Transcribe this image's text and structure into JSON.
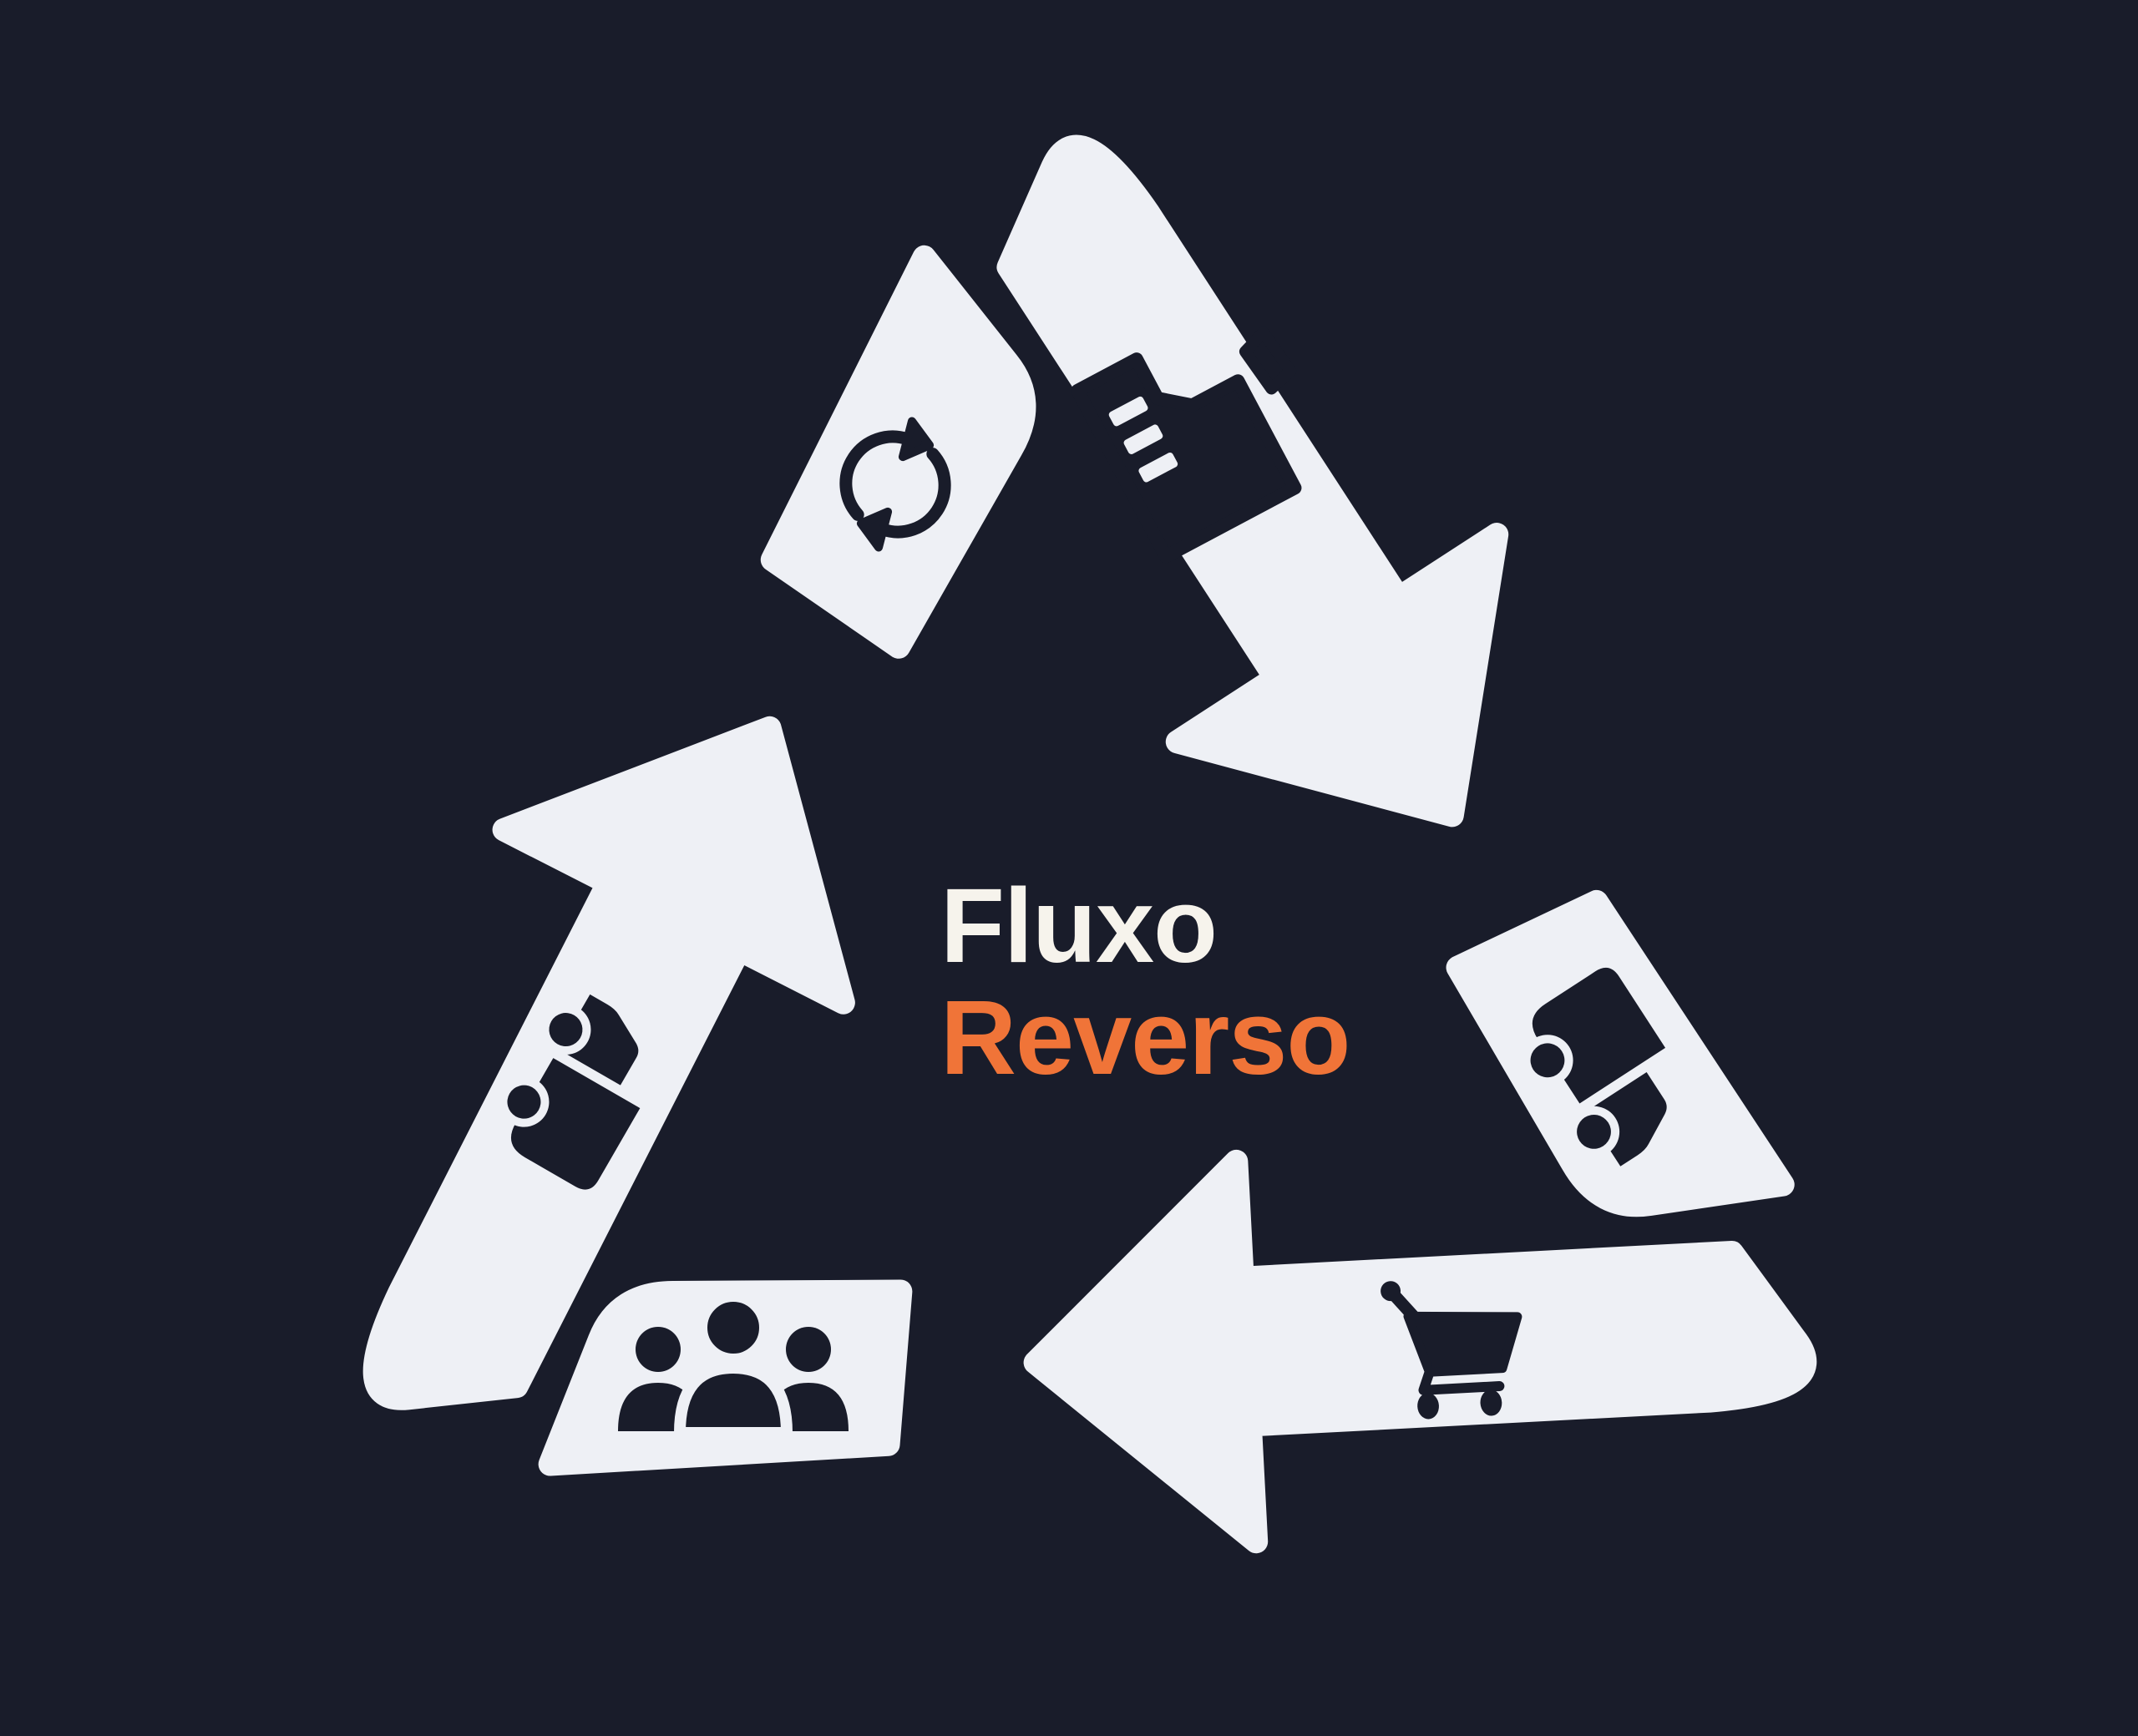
{
  "logo": {
    "line1": "Fluxo",
    "line2": "Reverso"
  },
  "colors": {
    "background": "#191c2a",
    "shape": "#eef0f5",
    "icon": "#191c2a",
    "title_white": "#f6f3ec",
    "title_orange": "#f07438"
  },
  "diagram": {
    "type": "recycling-cycle",
    "arrows": [
      {
        "name": "top-arrow",
        "direction": "down-right",
        "shaft_icon": "factory-icon",
        "bend_icon": "sync-icon"
      },
      {
        "name": "bottom-arrow",
        "direction": "left",
        "shaft_icon": "shopping-cart-icon",
        "bend_icon": "truck-icon"
      },
      {
        "name": "left-arrow",
        "direction": "up-right",
        "shaft_icon": "truck-icon",
        "bend_icon": "people-icon"
      }
    ],
    "icons": [
      "sync-icon",
      "factory-icon",
      "truck-icon",
      "shopping-cart-icon",
      "truck-icon",
      "people-icon"
    ]
  }
}
